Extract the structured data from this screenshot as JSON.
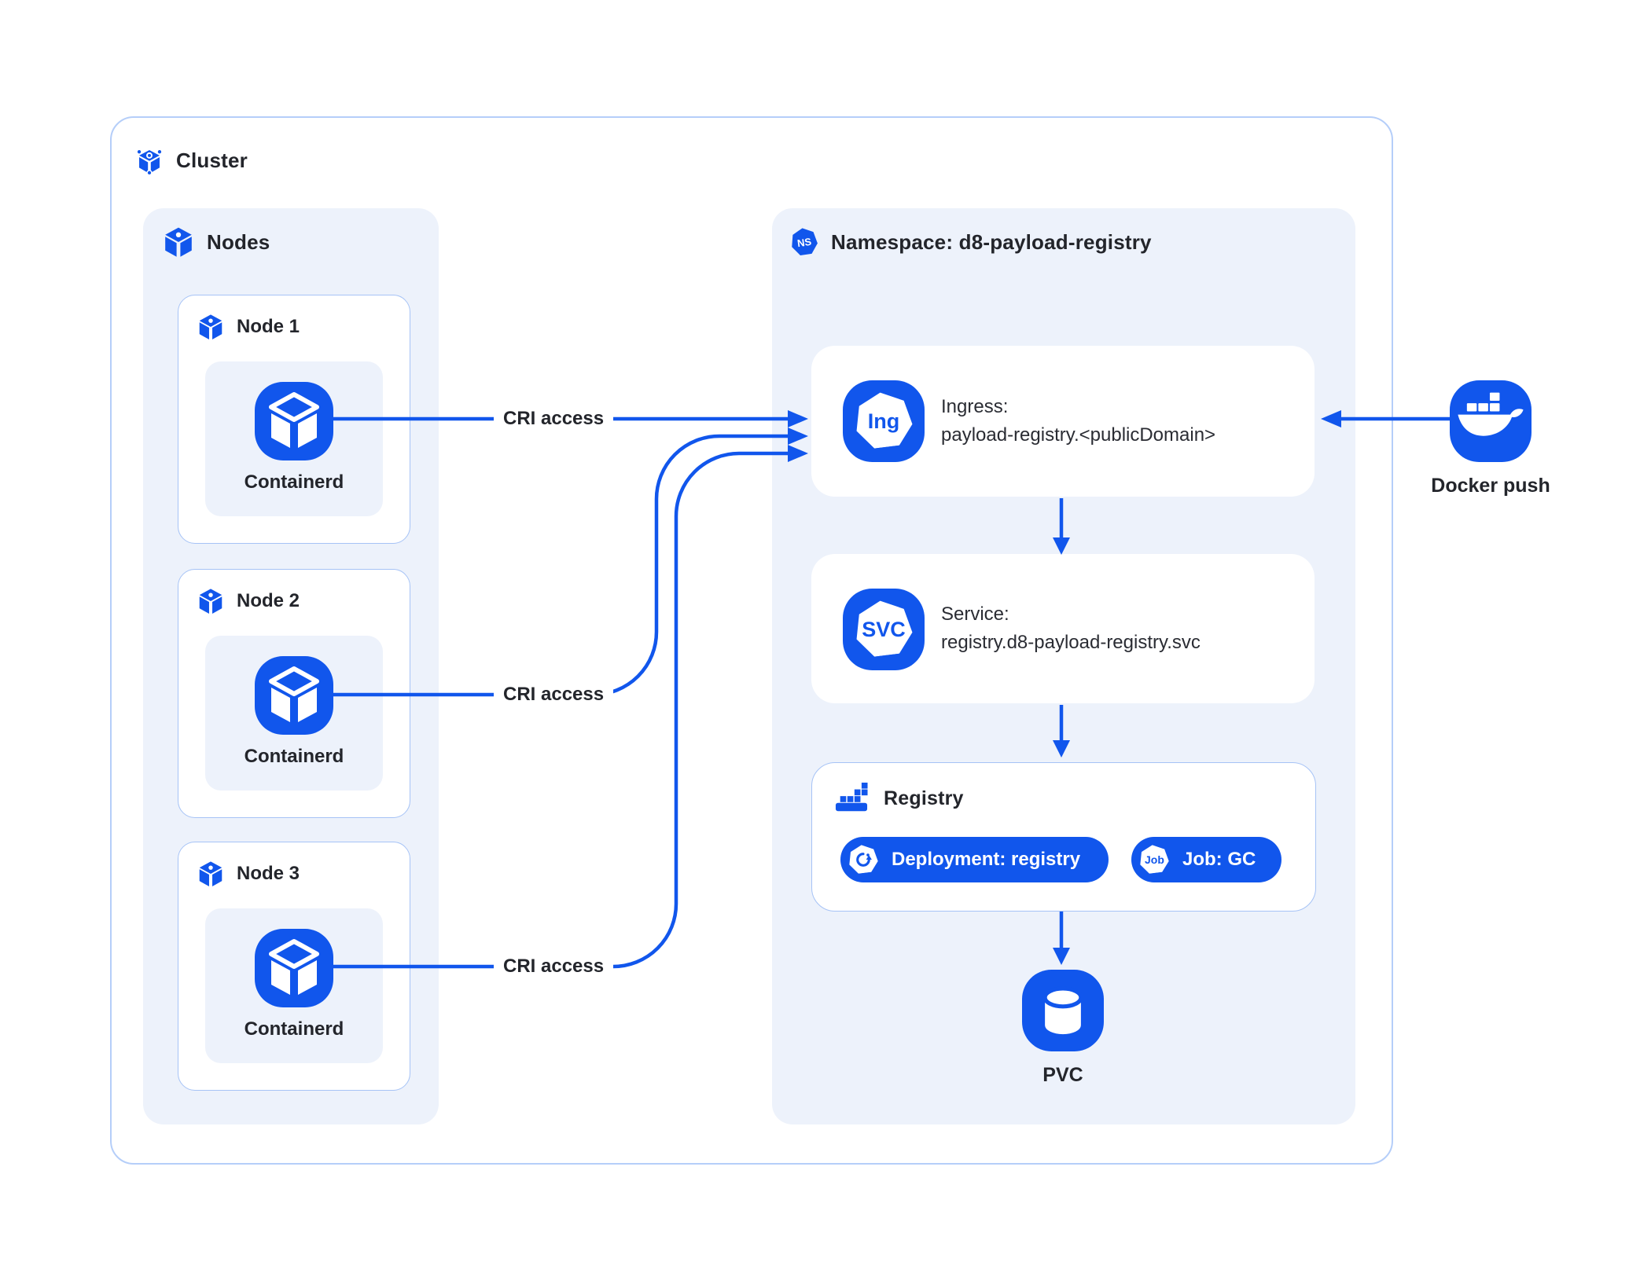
{
  "colors": {
    "primary_blue": "#1156EC",
    "panel_bg": "#EDF2FB",
    "card_border": "#A6C3F6",
    "cluster_border": "#B5CEF9",
    "text_dark": "#23252B"
  },
  "cluster": {
    "label": "Cluster"
  },
  "nodes_panel": {
    "label": "Nodes",
    "nodes": [
      {
        "label": "Node 1",
        "runtime": "Containerd"
      },
      {
        "label": "Node 2",
        "runtime": "Containerd"
      },
      {
        "label": "Node 3",
        "runtime": "Containerd"
      }
    ]
  },
  "namespace_panel": {
    "badge": "NS",
    "label": "Namespace: d8-payload-registry",
    "ingress": {
      "icon_label": "Ing",
      "title": "Ingress:",
      "subtitle": "payload-registry.<publicDomain>"
    },
    "service": {
      "icon_label": "SVC",
      "title": "Service:",
      "subtitle": "registry.d8-payload-registry.svc"
    },
    "registry": {
      "label": "Registry",
      "deployment_label": "Deployment: registry",
      "job_icon_label": "Job",
      "job_label": "Job: GC"
    },
    "pvc": {
      "label": "PVC"
    }
  },
  "edges": {
    "cri_labels": [
      "CRI access",
      "CRI access",
      "CRI access"
    ]
  },
  "external": {
    "docker_label": "Docker push"
  }
}
